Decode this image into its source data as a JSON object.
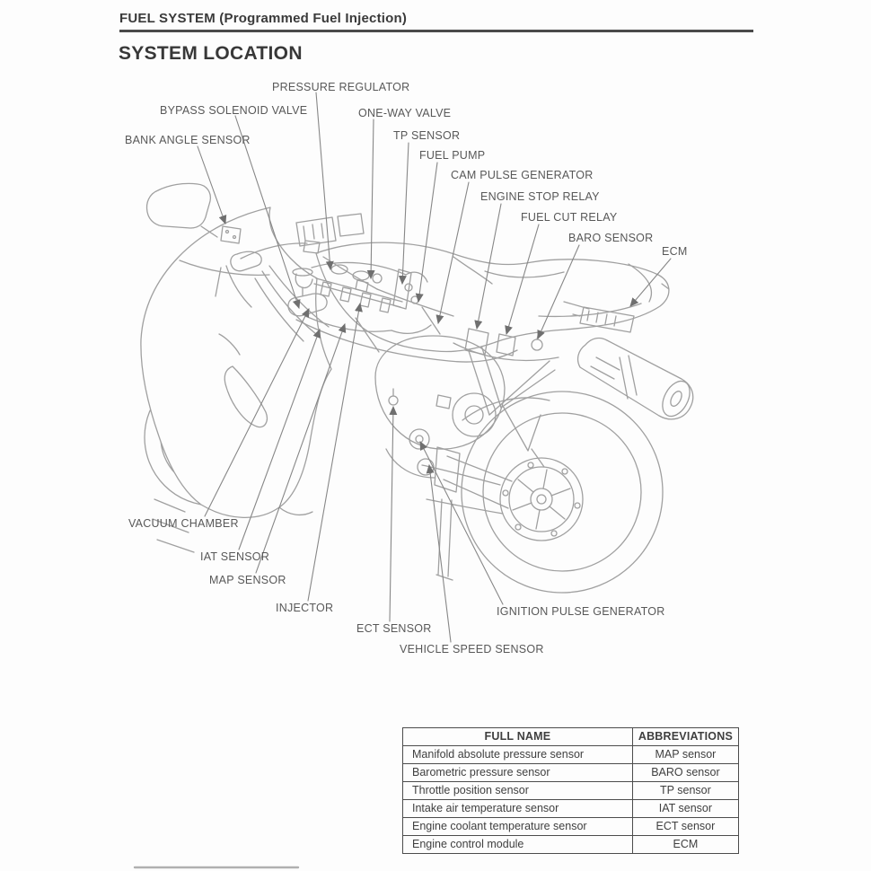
{
  "page": {
    "section_title": "FUEL SYSTEM (Programmed Fuel Injection)",
    "page_title": "SYSTEM LOCATION"
  },
  "diagram": {
    "labels": [
      {
        "id": "pressure-regulator",
        "text": "PRESSURE REGULATOR"
      },
      {
        "id": "bypass-solenoid-valve",
        "text": "BYPASS SOLENOID VALVE"
      },
      {
        "id": "one-way-valve",
        "text": "ONE-WAY VALVE"
      },
      {
        "id": "bank-angle-sensor",
        "text": "BANK ANGLE SENSOR"
      },
      {
        "id": "tp-sensor",
        "text": "TP SENSOR"
      },
      {
        "id": "fuel-pump",
        "text": "FUEL PUMP"
      },
      {
        "id": "cam-pulse-generator",
        "text": "CAM PULSE GENERATOR"
      },
      {
        "id": "engine-stop-relay",
        "text": "ENGINE STOP RELAY"
      },
      {
        "id": "fuel-cut-relay",
        "text": "FUEL CUT RELAY"
      },
      {
        "id": "baro-sensor",
        "text": "BARO SENSOR"
      },
      {
        "id": "ecm",
        "text": "ECM"
      },
      {
        "id": "vacuum-chamber",
        "text": "VACUUM CHAMBER"
      },
      {
        "id": "iat-sensor",
        "text": "IAT SENSOR"
      },
      {
        "id": "map-sensor",
        "text": "MAP SENSOR"
      },
      {
        "id": "injector",
        "text": "INJECTOR"
      },
      {
        "id": "ect-sensor",
        "text": "ECT SENSOR"
      },
      {
        "id": "vehicle-speed-sensor",
        "text": "VEHICLE SPEED SENSOR"
      },
      {
        "id": "ignition-pulse-generator",
        "text": "IGNITION PULSE GENERATOR"
      }
    ]
  },
  "table": {
    "headers": [
      "FULL NAME",
      "ABBREVIATIONS"
    ],
    "rows": [
      [
        "Manifold absolute pressure sensor",
        "MAP sensor"
      ],
      [
        "Barometric pressure sensor",
        "BARO sensor"
      ],
      [
        "Throttle position sensor",
        "TP sensor"
      ],
      [
        "Intake air temperature sensor",
        "IAT sensor"
      ],
      [
        "Engine coolant temperature sensor",
        "ECT sensor"
      ],
      [
        "Engine control module",
        "ECM"
      ]
    ]
  },
  "colors": {
    "line_art": "#a0a0a0",
    "leader_line": "#878787",
    "label_text": "#585858",
    "heading_text": "#3a3a3a",
    "table_border": "#4c4c4c",
    "background": "#fdfdfd"
  }
}
